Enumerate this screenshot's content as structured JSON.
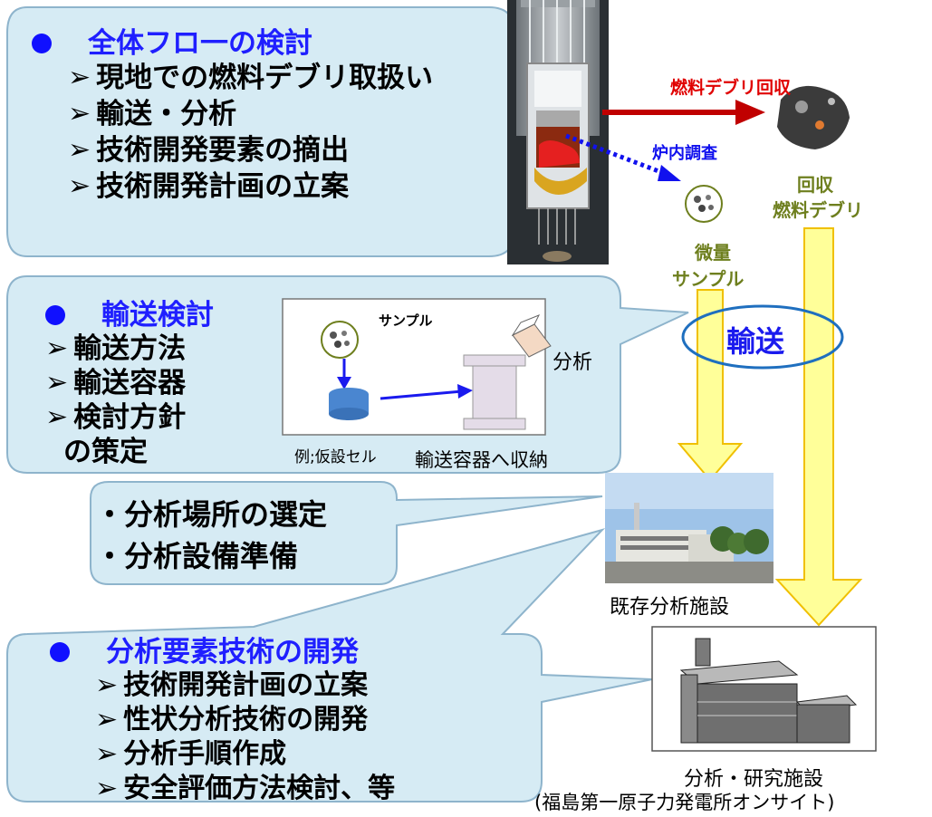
{
  "box1": {
    "title": "全体フロ一の検討",
    "items": [
      "現地での燃料デブリ取扱い",
      "輸送・分析",
      "技術開発要素の摘出",
      "技術開発計画の立案"
    ]
  },
  "box2": {
    "title": "輸送検討",
    "items": [
      "輸送方法",
      "輸送容器",
      "検討方針",
      "の策定"
    ],
    "inset_sample": "サンプル",
    "inset_analysis": "分析",
    "inset_example": "例;仮設セル",
    "inset_caption": "輸送容器へ収納"
  },
  "box3": {
    "items": [
      "・分析場所の選定",
      "・分析設備準備"
    ]
  },
  "box4": {
    "title": "分析要素技術の開発",
    "items": [
      "技術開発計画の立案",
      "性状分析技術の開発",
      "分析手順作成",
      "安全評価方法検討、等"
    ]
  },
  "labels": {
    "debris_recovery": "燃料デブリ回収",
    "in_reactor": "炉内調査",
    "recovered_debris_1": "回収",
    "recovered_debris_2": "燃料デブリ",
    "trace_sample_1": "微量",
    "trace_sample_2": "サンプル",
    "transport": "輸送",
    "existing_facility": "既存分析施設",
    "research_facility": "分析・研究施設",
    "research_facility_sub": "(福島第一原子力発電所オンサイト)"
  },
  "colors": {
    "callout_fill": "#d6ebf4",
    "callout_stroke": "#8eb4cc",
    "title_blue": "#1f1fff",
    "arrow_red": "#c00000",
    "label_olive": "#6e7f1e",
    "yellow_arrow": "#ffff99",
    "yellow_stroke": "#f0c000",
    "ellipse_blue": "#1f6fbf"
  }
}
